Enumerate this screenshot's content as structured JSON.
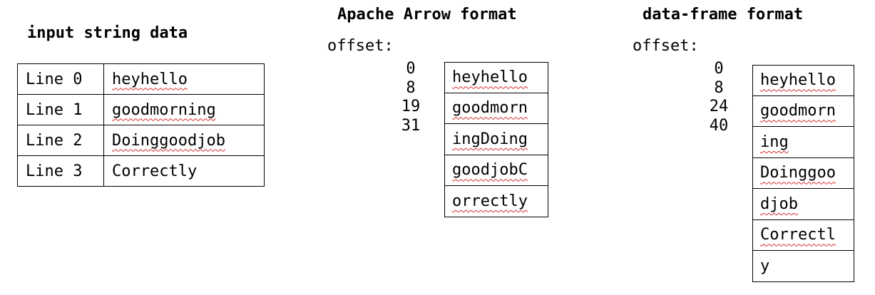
{
  "input_section": {
    "title": "input string data",
    "rows": [
      {
        "key": "Line 0",
        "value": "heyhello"
      },
      {
        "key": "Line 1",
        "value": "goodmorning"
      },
      {
        "key": "Line 2",
        "value": "Doinggoodjob"
      },
      {
        "key": "Line 3",
        "value": "Correctly"
      }
    ]
  },
  "arrow_section": {
    "title": "Apache Arrow format",
    "offset_label": "offset:",
    "offsets": [
      "0",
      "8",
      "19",
      "31"
    ],
    "chunks": [
      "heyhello",
      "goodmorn",
      "ingDoing",
      "goodjobC",
      "orrectly"
    ]
  },
  "dataframe_section": {
    "title": "data-frame format",
    "offset_label": "offset:",
    "offsets": [
      "0",
      "8",
      "24",
      "40"
    ],
    "chunks": [
      "heyhello",
      "goodmorn",
      "ing",
      "Doinggoo",
      "djob",
      "Correctl",
      "y"
    ]
  },
  "colors": {
    "border": "#000000",
    "spellcheck_underline": "#d92b2b"
  }
}
